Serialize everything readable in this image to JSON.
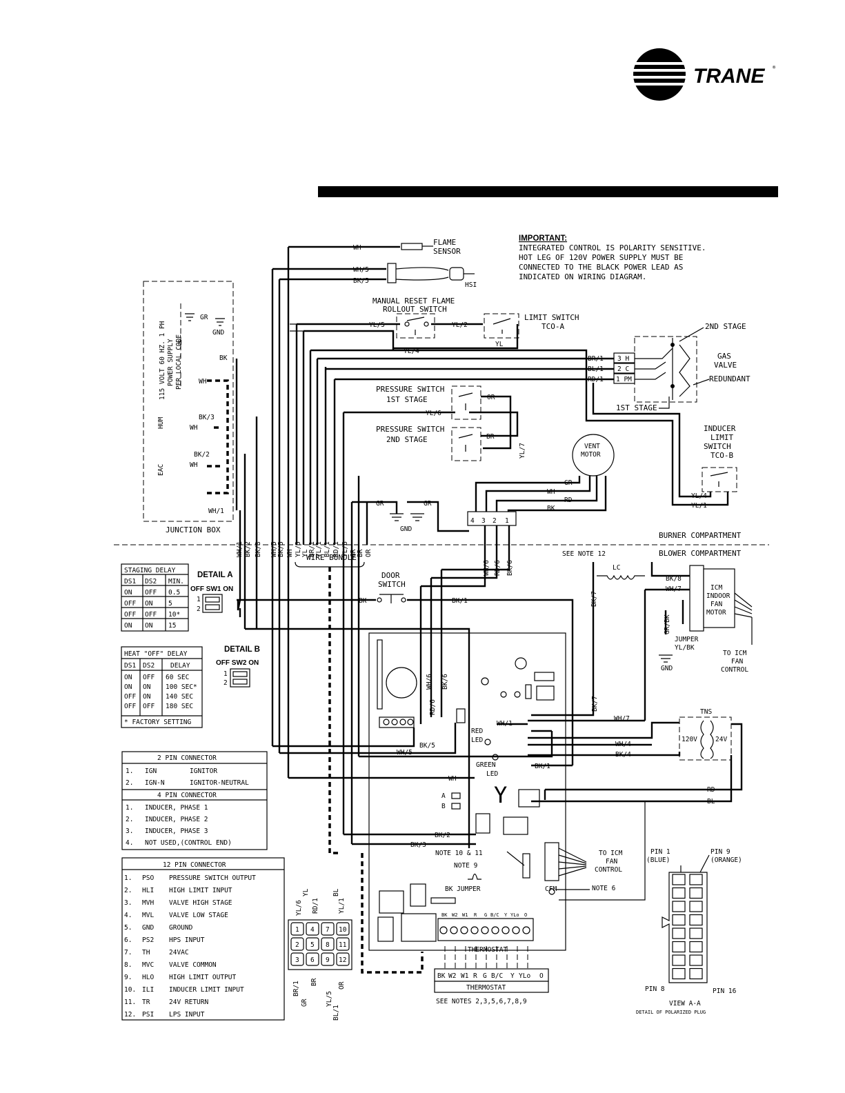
{
  "brand": {
    "name": "TRANE",
    "registered": "®",
    "color": "#000000"
  },
  "important": {
    "heading": "IMPORTANT:",
    "lines": [
      "INTEGRATED CONTROL IS POLARITY SENSITIVE.",
      "HOT LEG OF 120V POWER SUPPLY MUST BE",
      "CONNECTED TO THE BLACK POWER LEAD AS",
      "INDICATED ON WIRING DIAGRAM."
    ]
  },
  "components": {
    "flame_sensor": [
      "FLAME",
      "SENSOR"
    ],
    "hsi": "HSI",
    "rollout": [
      "MANUAL RESET FLAME",
      "ROLLOUT SWITCH"
    ],
    "limit_switch": [
      "LIMIT SWITCH",
      "TCO-A"
    ],
    "gas_valve": [
      "GAS",
      "VALVE"
    ],
    "second_stage": "2ND STAGE",
    "first_stage": "1ST STAGE",
    "redundant": "REDUNDANT",
    "valve_terminals": [
      "3 H",
      "2 C",
      "1 PM"
    ],
    "pressure_switch_1": [
      "PRESSURE SWITCH",
      "1ST STAGE"
    ],
    "pressure_switch_2": [
      "PRESSURE SWITCH",
      "2ND STAGE"
    ],
    "vent_motor": [
      "VENT",
      "MOTOR"
    ],
    "inducer_limit": [
      "INDUCER",
      "LIMIT",
      "SWITCH",
      "TCO-B"
    ],
    "power_supply": [
      "115 VOLT 60 HZ. 1 PH",
      "POWER SUPPLY",
      "PER LOCAL CODE"
    ],
    "hum": "HUM",
    "eac": "EAC",
    "junction_box": "JUNCTION BOX",
    "wire_bundle": "WIRE BUNDLE",
    "gnd": "GND",
    "burner_compartment": "BURNER COMPARTMENT",
    "blower_compartment": "BLOWER COMPARTMENT",
    "see_note_12": "SEE NOTE 12",
    "lc": "LC",
    "door_switch": [
      "DOOR",
      "SWITCH"
    ],
    "icm_motor": [
      "ICM",
      "INDOOR",
      "FAN",
      "MOTOR"
    ],
    "jumper": [
      "JUMPER",
      "YL/BK"
    ],
    "to_icm_fan_control": [
      "TO ICM",
      "FAN",
      "CONTROL"
    ],
    "tns": "TNS",
    "v120": "120V",
    "v24": "24V",
    "red_led": [
      "RED",
      "LED"
    ],
    "green_led": [
      "GREEN",
      "LED"
    ],
    "note_10_11": "NOTE 10 & 11",
    "note_9": "NOTE 9",
    "bk_jumper": "BK JUMPER",
    "cfm": "CFM",
    "note_6": "NOTE 6",
    "thermostat": "THERMOSTAT",
    "thermostat_terminals": [
      "BK",
      "W2",
      "W1",
      "R",
      "G",
      "B/C",
      "Y",
      "YLo",
      "O"
    ],
    "see_notes": "SEE NOTES 2,3,5,6,7,8,9",
    "pin_1": [
      "PIN 1",
      "(BLUE)"
    ],
    "pin_9": [
      "PIN 9",
      "(ORANGE)"
    ],
    "pin_8": "PIN 8",
    "pin_16": "PIN 16",
    "view_aa": "VIEW A-A",
    "view_aa_detail": "DETAIL OF POLARIZED PLUG",
    "detail_a": "DETAIL A",
    "detail_b": "DETAIL B",
    "sw1": "OFF SW1 ON",
    "sw2": "OFF SW2 ON"
  },
  "wires": {
    "wh": "WH",
    "wh5": "WH/5",
    "bk5": "BK/5",
    "yl5": "YL/5",
    "yl2": "YL/2",
    "yl": "YL",
    "yl4": "YL/4",
    "br1": "BR/1",
    "bl1": "BL/1",
    "rd1": "RD/1",
    "or": "OR",
    "yl6": "YL/6",
    "br": "BR",
    "yl7": "YL/7",
    "gr": "GR",
    "rd": "RD",
    "bk": "BK",
    "yl1": "YL/1",
    "bk3": "BK/3",
    "bk2": "BK/2",
    "wh1": "WH/1",
    "wh6": "WH/6",
    "rd6": "RD/6",
    "bk6": "BK/6",
    "bk1": "BK/1",
    "bk7": "BK/7",
    "bk8": "BK/8",
    "wh7": "WH/7",
    "grbk": "GR/BK",
    "wh4": "WH/4",
    "bk4": "BK/4",
    "bl": "BL",
    "bundle_labels": [
      "WH/1",
      "BK/2",
      "BK/3",
      "WH/5",
      "BK/5",
      "WH",
      "YL/5",
      "YL",
      "BR/1",
      "YL/1",
      "BL/1",
      "RD/1",
      "YL/6",
      "GR",
      "BR",
      "OR"
    ],
    "plug_pins": [
      "4",
      "3",
      "2",
      "1"
    ]
  },
  "staging_delay": {
    "title": "STAGING DELAY",
    "headers": [
      "DS1",
      "DS2",
      "MIN."
    ],
    "rows": [
      [
        "ON",
        "OFF",
        "0.5"
      ],
      [
        "OFF",
        "ON",
        "5"
      ],
      [
        "OFF",
        "OFF",
        "10*"
      ],
      [
        "ON",
        "ON",
        "15"
      ]
    ]
  },
  "heat_off_delay": {
    "title": "HEAT \"OFF\" DELAY",
    "headers": [
      "DS1",
      "DS2",
      "DELAY"
    ],
    "rows": [
      [
        "ON",
        "OFF",
        "60 SEC"
      ],
      [
        "ON",
        "ON",
        "100 SEC*"
      ],
      [
        "OFF",
        "ON",
        "140 SEC"
      ],
      [
        "OFF",
        "OFF",
        "180 SEC"
      ]
    ],
    "footnote": "* FACTORY SETTING"
  },
  "two_pin": {
    "title": "2 PIN CONNECTOR",
    "rows": [
      [
        "1.",
        "IGN",
        "IGNITOR"
      ],
      [
        "2.",
        "IGN-N",
        "IGNITOR-NEUTRAL"
      ]
    ]
  },
  "four_pin": {
    "title": "4 PIN CONNECTOR",
    "rows": [
      [
        "1.",
        "INDUCER, PHASE 1"
      ],
      [
        "2.",
        "INDUCER, PHASE 2"
      ],
      [
        "3.",
        "INDUCER, PHASE 3"
      ],
      [
        "4.",
        "NOT USED,(CONTROL END)"
      ]
    ]
  },
  "twelve_pin": {
    "title": "12 PIN CONNECTOR",
    "rows": [
      [
        "1.",
        "PSO",
        "PRESSURE SWITCH OUTPUT"
      ],
      [
        "2.",
        "HLI",
        "HIGH LIMIT INPUT"
      ],
      [
        "3.",
        "MVH",
        "VALVE HIGH STAGE"
      ],
      [
        "4.",
        "MVL",
        "VALVE LOW STAGE"
      ],
      [
        "5.",
        "GND",
        "GROUND"
      ],
      [
        "6.",
        "PS2",
        "HPS INPUT"
      ],
      [
        "7.",
        "TH",
        "24VAC"
      ],
      [
        "8.",
        "MVC",
        "VALVE COMMON"
      ],
      [
        "9.",
        "HLO",
        "HIGH LIMIT OUTPUT"
      ],
      [
        "10.",
        "ILI",
        "INDUCER LIMIT INPUT"
      ],
      [
        "11.",
        "TR",
        "24V RETURN"
      ],
      [
        "12.",
        "PSI",
        "LPS INPUT"
      ]
    ]
  },
  "plug_detail": {
    "pins": [
      "1",
      "4",
      "7",
      "10",
      "2",
      "5",
      "8",
      "11",
      "3",
      "6",
      "9",
      "12"
    ],
    "top_labels": [
      "YL/6",
      "YL",
      "RD/1",
      "BL",
      "YL/1"
    ],
    "bottom_labels": [
      "BR/1",
      "GR",
      "BR",
      "YL/5",
      "BL/1",
      "OR"
    ]
  },
  "board": {
    "letter": "Y",
    "hot_surface_label": "BK/5"
  }
}
